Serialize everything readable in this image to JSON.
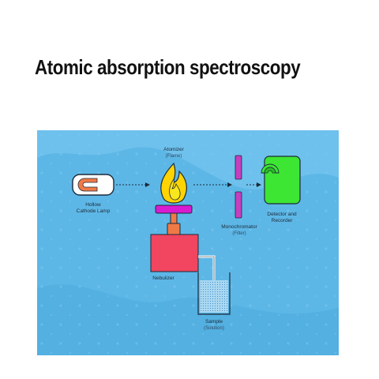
{
  "title": "Atomic absorption spectroscopy",
  "colors": {
    "background": "#5db7e6",
    "lamp_body": "#ffffff",
    "lamp_cathode": "#f07a45",
    "flame_outer": "#ffd400",
    "flame_inner": "#f8e71c",
    "burner_head": "#d81bd1",
    "burner_stem": "#f07a45",
    "nebulizer": "#f2455f",
    "monochromator": "#c43fbf",
    "detector": "#3ee634",
    "sample_liquid": "#a9d8f2"
  },
  "diagram": {
    "components": [
      {
        "id": "lamp",
        "icon": "hollow-cathode-lamp-icon",
        "label_lines": [
          "Hollow",
          "Cathode Lamp"
        ],
        "sublabel": ""
      },
      {
        "id": "atomizer",
        "icon": "flame-icon",
        "label_lines": [
          "Atomizer"
        ],
        "sublabel": "(Flame)"
      },
      {
        "id": "nebulizer",
        "icon": "nebulizer-box-icon",
        "label_lines": [
          "Nebulizer"
        ],
        "sublabel": ""
      },
      {
        "id": "sample",
        "icon": "beaker-icon",
        "label_lines": [
          "Sample"
        ],
        "sublabel": "(Solution)"
      },
      {
        "id": "monochromator",
        "icon": "monochromator-slit-icon",
        "label_lines": [
          "Monochromator"
        ],
        "sublabel": "(Filter)"
      },
      {
        "id": "detector",
        "icon": "detector-icon",
        "label_lines": [
          "Detector and",
          "Recorder"
        ],
        "sublabel": ""
      }
    ],
    "beam_arrows": [
      "lamp-to-flame",
      "flame-to-monochromator",
      "monochromator-to-detector"
    ]
  }
}
